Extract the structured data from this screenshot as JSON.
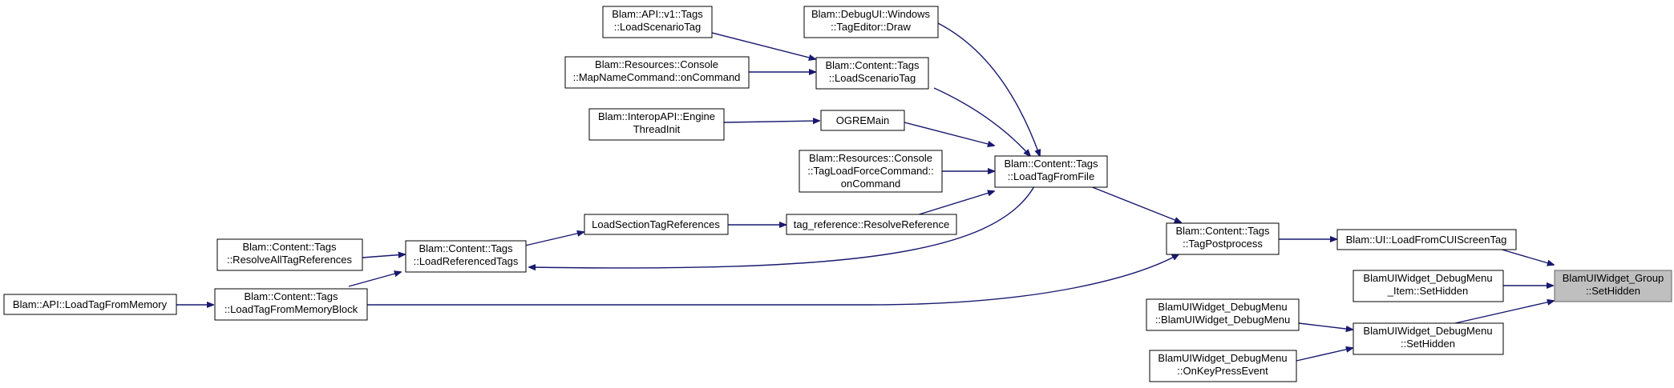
{
  "diagram": {
    "type": "call-graph",
    "colors": {
      "edge": "#191970",
      "node_border": "#000000",
      "highlight_fill": "#bfbfbf",
      "highlight_border": "#666666"
    },
    "nodes": [
      {
        "id": "setHiddenGroup",
        "lines": [
          "BlamUIWidget_Group",
          "::SetHidden"
        ],
        "highlight": true
      },
      {
        "id": "loadFromCUI",
        "lines": [
          "Blam::UI::LoadFromCUIScreenTag"
        ]
      },
      {
        "id": "itemSetHidden",
        "lines": [
          "BlamUIWidget_DebugMenu",
          "_Item::SetHidden"
        ]
      },
      {
        "id": "debugMenuSetHidden",
        "lines": [
          "BlamUIWidget_DebugMenu",
          "::SetHidden"
        ]
      },
      {
        "id": "tagPostprocess",
        "lines": [
          "Blam::Content::Tags",
          "::TagPostprocess"
        ]
      },
      {
        "id": "debugMenuCtor",
        "lines": [
          "BlamUIWidget_DebugMenu",
          "::BlamUIWidget_DebugMenu"
        ]
      },
      {
        "id": "onKeyPress",
        "lines": [
          "BlamUIWidget_DebugMenu",
          "::OnKeyPressEvent"
        ]
      },
      {
        "id": "loadTagFromFile",
        "lines": [
          "Blam::Content::Tags",
          "::LoadTagFromFile"
        ]
      },
      {
        "id": "loadFromMemBlock",
        "lines": [
          "Blam::Content::Tags",
          "::LoadTagFromMemoryBlock"
        ]
      },
      {
        "id": "debugUIDraw",
        "lines": [
          "Blam::DebugUI::Windows",
          "::TagEditor::Draw"
        ]
      },
      {
        "id": "contentLoadScenario",
        "lines": [
          "Blam::Content::Tags",
          "::LoadScenarioTag"
        ]
      },
      {
        "id": "ogreMain",
        "lines": [
          "OGREMain"
        ]
      },
      {
        "id": "tagLoadForce",
        "lines": [
          "Blam::Resources::Console",
          "::TagLoadForceCommand::",
          "onCommand"
        ]
      },
      {
        "id": "resolveRef",
        "lines": [
          "tag_reference::ResolveReference"
        ]
      },
      {
        "id": "loadReferenced",
        "lines": [
          "Blam::Content::Tags",
          "::LoadReferencedTags"
        ]
      },
      {
        "id": "apiLoadScenario",
        "lines": [
          "Blam::API::v1::Tags",
          "::LoadScenarioTag"
        ]
      },
      {
        "id": "mapName",
        "lines": [
          "Blam::Resources::Console",
          "::MapNameCommand::onCommand"
        ]
      },
      {
        "id": "engineThread",
        "lines": [
          "Blam::InteropAPI::Engine",
          "ThreadInit"
        ]
      },
      {
        "id": "loadSection",
        "lines": [
          "LoadSectionTagReferences"
        ]
      },
      {
        "id": "resolveAll",
        "lines": [
          "Blam::Content::Tags",
          "::ResolveAllTagReferences"
        ]
      },
      {
        "id": "apiLoadFromMemory",
        "lines": [
          "Blam::API::LoadTagFromMemory"
        ]
      }
    ]
  }
}
